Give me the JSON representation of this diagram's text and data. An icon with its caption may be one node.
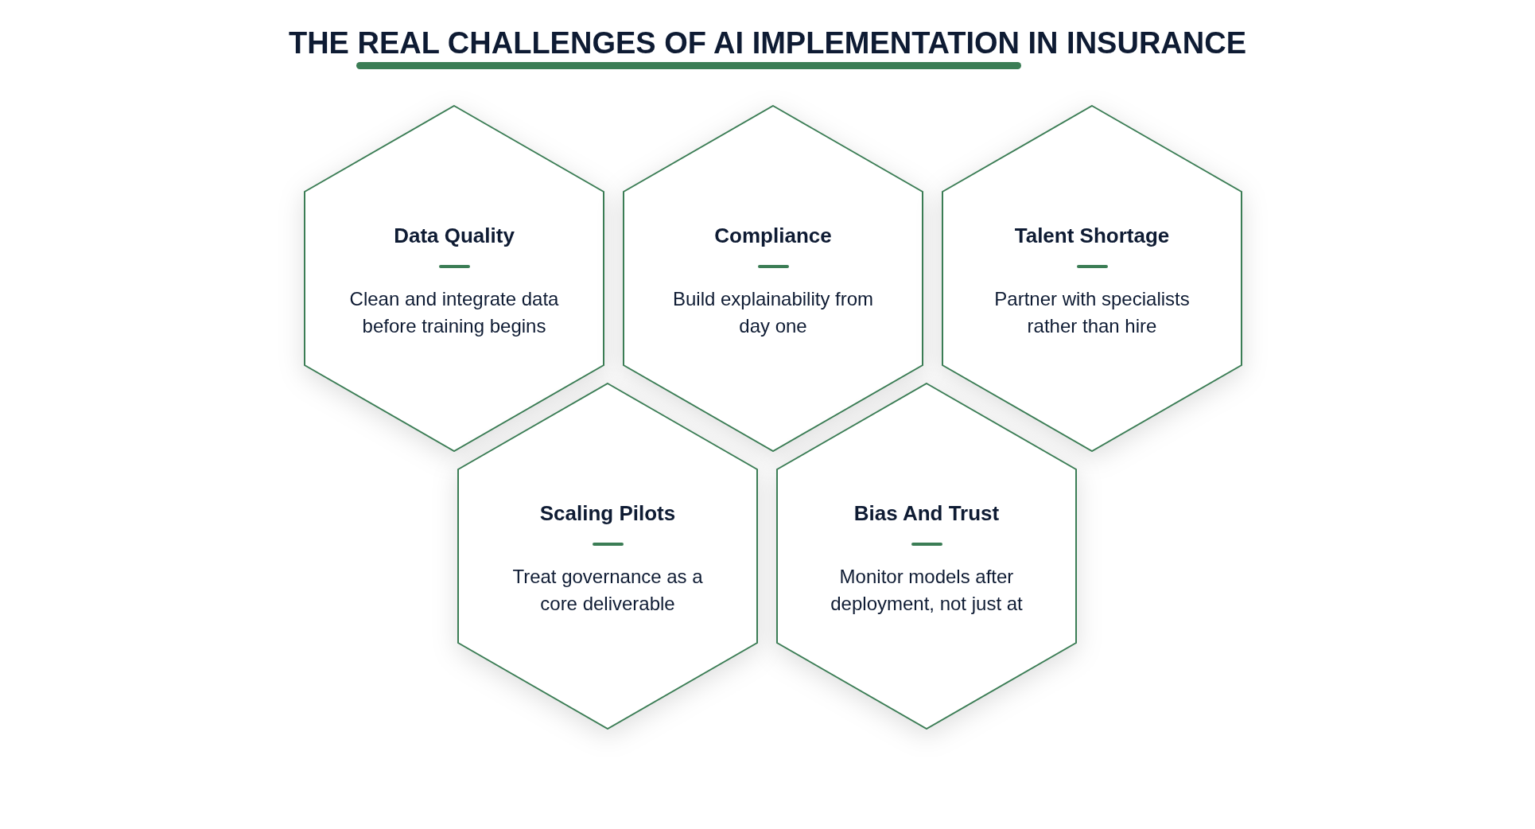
{
  "diagram": {
    "title": "THE REAL CHALLENGES OF AI IMPLEMENTATION IN INSURANCE",
    "nodes": [
      {
        "text": [
          "Data Quality",
          "Clean and integrate data before training begins"
        ]
      },
      {
        "text": [
          "Compliance",
          "Build explainability from day one"
        ]
      },
      {
        "text": [
          "Talent Shortage",
          "Partner with specialists rather than hire"
        ]
      },
      {
        "text": [
          "Scaling Pilots",
          "Treat governance as a core deliverable"
        ]
      },
      {
        "text": [
          "Bias And Trust",
          "Monitor models after deployment, not just at"
        ]
      }
    ]
  }
}
